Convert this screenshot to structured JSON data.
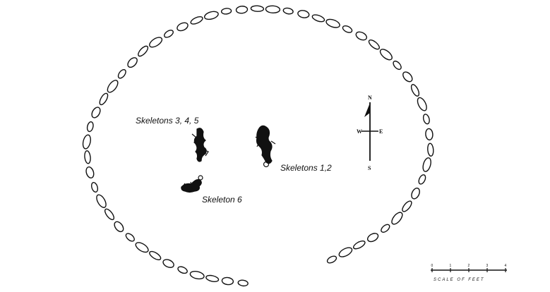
{
  "labels": {
    "skeletons_345": "Skeletons 3, 4, 5",
    "skeletons_12": "Skeletons 1,2",
    "skeleton_6": "Skeleton 6"
  },
  "compass": {
    "north": "N",
    "south": "S",
    "west": "W",
    "east": "E"
  },
  "scale_bar": {
    "caption": "SCALE OF FEET",
    "ticks": [
      "0",
      "1",
      "2",
      "3",
      "4"
    ]
  },
  "colors": {
    "ink": "#111111",
    "paper": "#ffffff"
  }
}
